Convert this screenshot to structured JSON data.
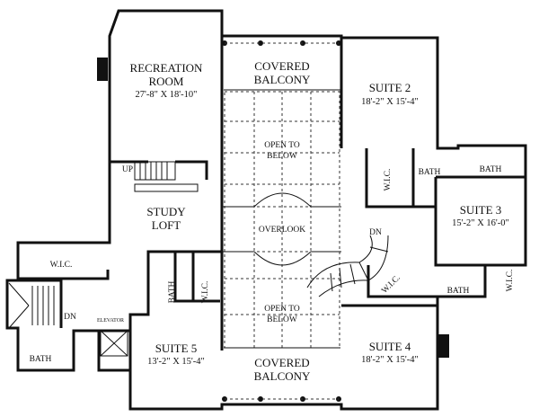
{
  "rooms": {
    "recreation": {
      "name_line1": "RECREATION",
      "name_line2": "ROOM",
      "dims": "27'-8\" X 18'-10\""
    },
    "balcony_top": {
      "name_line1": "COVERED",
      "name_line2": "BALCONY"
    },
    "suite2": {
      "name": "SUITE 2",
      "dims": "18'-2\" X 15'-4\""
    },
    "open_top": {
      "line1": "OPEN TO",
      "line2": "BELOW"
    },
    "overlook": {
      "name": "OVERLOOK"
    },
    "open_bottom": {
      "line1": "OPEN TO",
      "line2": "BELOW"
    },
    "study": {
      "line1": "STUDY",
      "line2": "LOFT"
    },
    "suite3": {
      "name": "SUITE 3",
      "dims": "15'-2\" X 16'-0\""
    },
    "suite4": {
      "name": "SUITE 4",
      "dims": "18'-2\" X 15'-4\""
    },
    "suite5": {
      "name": "SUITE 5",
      "dims": "13'-2\" X 15'-4\""
    },
    "balcony_bottom": {
      "name_line1": "COVERED",
      "name_line2": "BALCONY"
    },
    "wic_left": "W.I.C.",
    "bath_left": "BATH",
    "elevator": "ELEVATOR",
    "bath_s5": "BATH",
    "wic_s5": "W.I.C.",
    "wic_s2": "W.I.C.",
    "bath_s2": "BATH",
    "bath_s3_top": "BATH",
    "bath_s3_bottom": "BATH",
    "wic_s3": "W.I.C.",
    "wic_s4": "W.I.C."
  },
  "stairs": {
    "up": "UP",
    "dn_left": "DN",
    "dn_main": "DN"
  }
}
